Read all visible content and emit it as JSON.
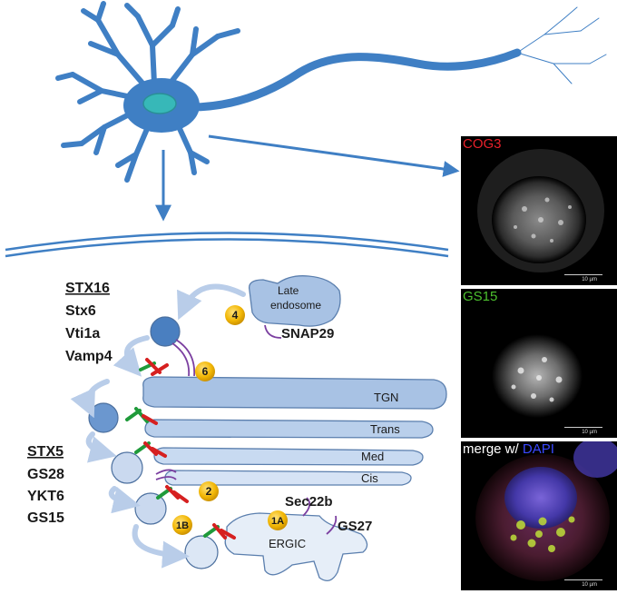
{
  "snare_groups": {
    "golgi_endosome": {
      "heading": "STX16",
      "members": [
        "Stx6",
        "Vti1a",
        "Vamp4"
      ]
    },
    "er_golgi": {
      "heading": "STX5",
      "members": [
        "GS28",
        "YKT6",
        "GS15"
      ]
    }
  },
  "compartments": {
    "late_endosome_line1": "Late",
    "late_endosome_line2": "endosome",
    "tgn": "TGN",
    "trans": "Trans",
    "med": "Med",
    "cis": "Cis",
    "ergic": "ERGIC"
  },
  "snare_labels": {
    "snap29": "SNAP29",
    "sec22b": "Sec22b",
    "gs27": "GS27"
  },
  "steps": [
    "4",
    "6",
    "2",
    "1B",
    "1A"
  ],
  "micrographs": [
    {
      "label": "COG3",
      "color": "#e8202a",
      "scale": "10 µm"
    },
    {
      "label": "GS15",
      "color": "#4cc02e",
      "scale": "10 µm"
    },
    {
      "label_prefix": "merge w/ ",
      "label_suffix": "DAPI",
      "prefix_color": "#ffffff",
      "suffix_color": "#3a48ff",
      "scale": "10 µm"
    }
  ],
  "colors": {
    "neuron": "#3f7fc4",
    "nucleus": "#37b8b8",
    "cisterna": "#9fbbe0",
    "vesicle_dark": "#4a7fc0",
    "vesicle_light": "#cad9ef",
    "step_badge": "#f2b705",
    "snare_red": "#d62020",
    "snare_green": "#1f9a3a",
    "snare_purple": "#7b3fa0"
  }
}
